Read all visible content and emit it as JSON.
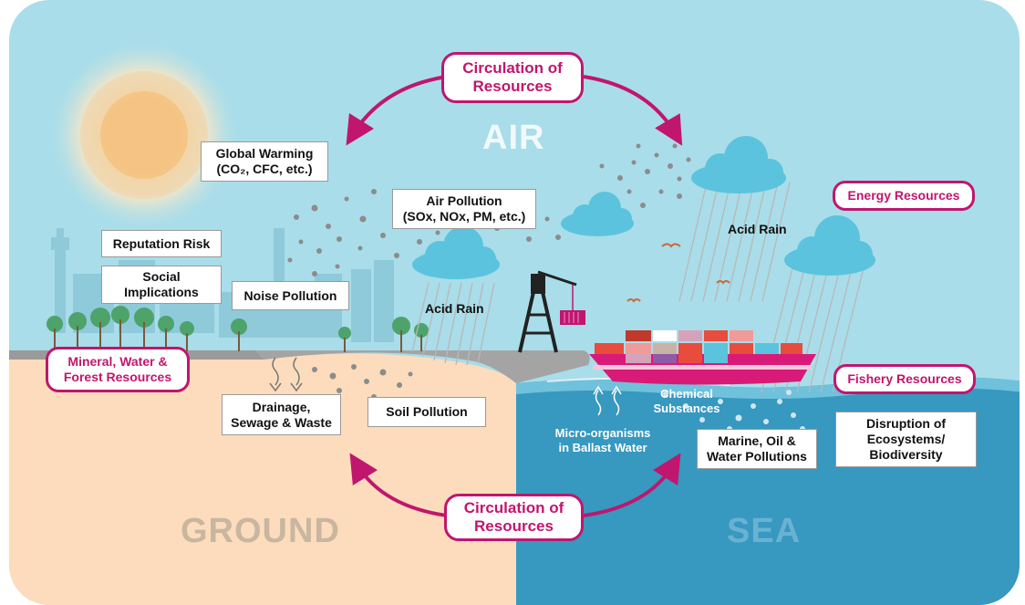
{
  "regions": {
    "air": "AIR",
    "ground": "GROUND",
    "sea": "SEA"
  },
  "circulation_top": [
    "Circulation of",
    "Resources"
  ],
  "circulation_bottom": [
    "Circulation of",
    "Resources"
  ],
  "resources": {
    "mineral": [
      "Mineral, Water &",
      "Forest Resources"
    ],
    "energy": "Energy Resources",
    "fishery": "Fishery Resources"
  },
  "impacts": {
    "global_warming": [
      "Global Warming",
      "(CO₂, CFC, etc.)"
    ],
    "air_pollution": [
      "Air Pollution",
      "(SOx, NOx, PM, etc.)"
    ],
    "reputation_risk": "Reputation Risk",
    "social_implications": [
      "Social",
      "Implications"
    ],
    "noise_pollution": "Noise Pollution",
    "drainage": [
      "Drainage,",
      "Sewage & Waste"
    ],
    "soil_pollution": "Soil Pollution",
    "marine_pollutions": [
      "Marine, Oil &",
      "Water Pollutions"
    ],
    "ecosystems": [
      "Disruption of",
      "Ecosystems/",
      "Biodiversity"
    ]
  },
  "labels": {
    "acid_rain_left": "Acid Rain",
    "acid_rain_right": "Acid Rain",
    "chemical": [
      "Chemical",
      "Substances"
    ],
    "micro": [
      "Micro-organisms",
      "in Ballast Water"
    ]
  },
  "colors": {
    "sky": "#a9dde9",
    "ground": "#fcdcbc",
    "sea": "#3798c0",
    "accent": "#c0166e",
    "cloud": "#5bc3dd"
  }
}
